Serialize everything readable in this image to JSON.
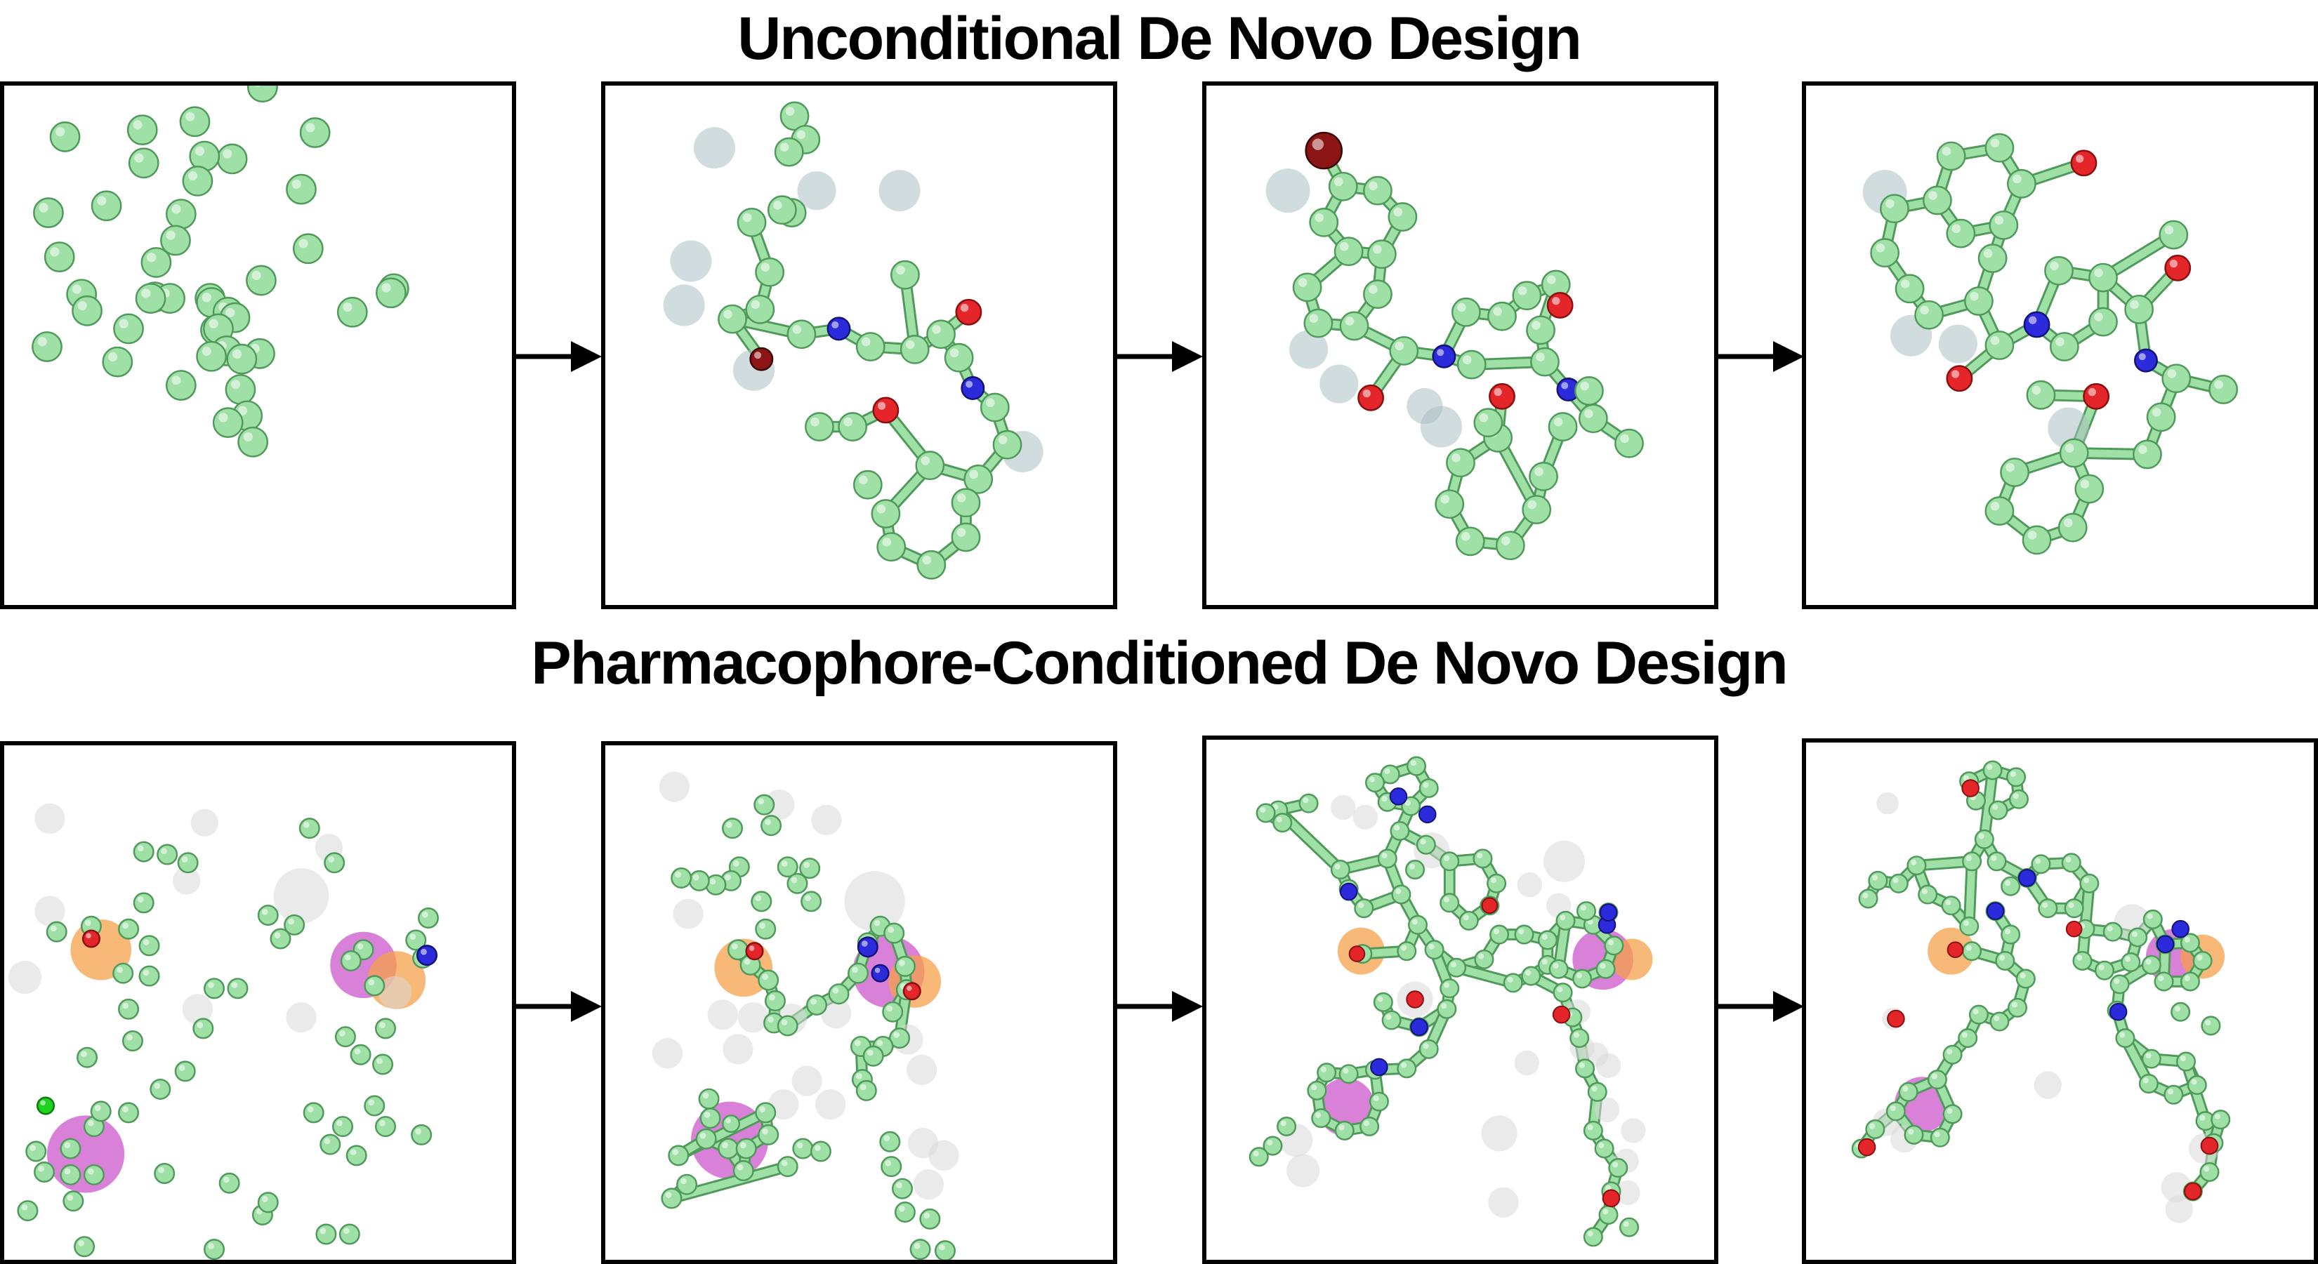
{
  "rows": [
    {
      "title": "Unconditional De Novo Design"
    },
    {
      "title": "Pharmacophore-Conditioned De Novo Design"
    }
  ],
  "colors": {
    "carbon": "#9fe0a6",
    "carbon_dark": "#4f9a5a",
    "nitrogen": "#2b2bdc",
    "oxygen": "#e4252a",
    "bromine": "#8b1414",
    "chlorine": "#1fd21f",
    "ghost_grey": "#a9bfc2",
    "ghost_white": "#d8d8d8",
    "pharm_orange": "#f5a04a",
    "pharm_magenta": "#cc55cc"
  },
  "icons": {
    "arrow": "right-arrow-icon",
    "atom": "atom-sphere",
    "pharmacophore": "pharmacophore-sphere"
  }
}
